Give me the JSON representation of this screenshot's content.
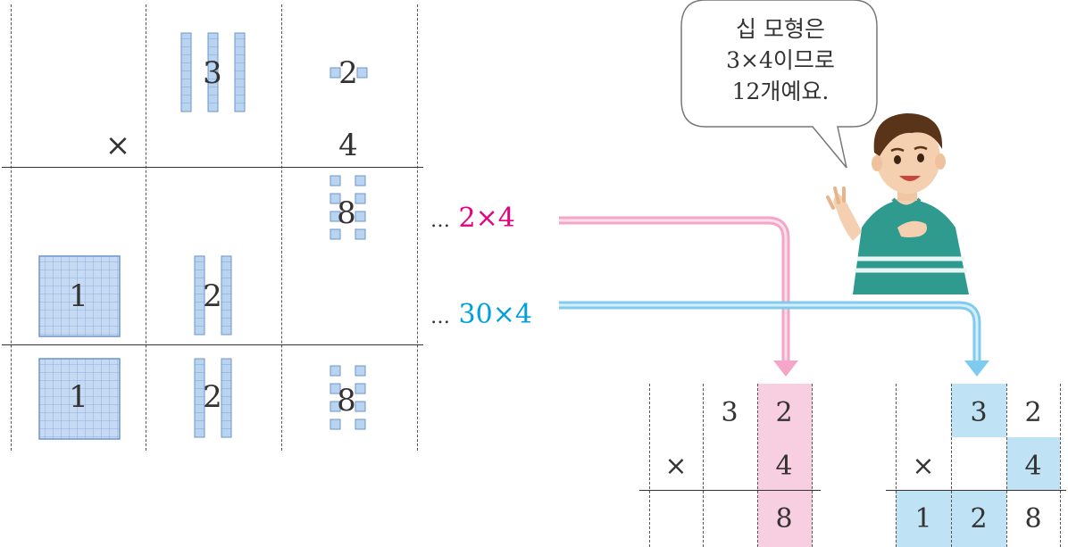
{
  "blocks_table": {
    "rows": [
      {
        "tens_digit": "3",
        "ones_digit": "2"
      },
      {
        "operator": "×",
        "ones_digit": "4"
      },
      {
        "ones_digit": "8"
      },
      {
        "hundreds_digit": "1",
        "tens_digit": "2"
      },
      {
        "hundreds_digit": "1",
        "tens_digit": "2",
        "ones_digit": "8"
      }
    ]
  },
  "partial_labels": {
    "ones": {
      "dots": "…",
      "expr": "2×4",
      "color": "#e5007e"
    },
    "tens": {
      "dots": "…",
      "expr": "30×4",
      "color": "#00a0e0"
    }
  },
  "speech_bubble": {
    "lines": [
      "십 모형은",
      "3×4이므로",
      "12개예요."
    ]
  },
  "pink_table": {
    "row1": [
      "",
      "3",
      "2"
    ],
    "row2": [
      "×",
      "",
      "4"
    ],
    "row3": [
      "",
      "",
      "8"
    ],
    "highlight_color": "#f7cfe0"
  },
  "blue_table": {
    "row1": [
      "",
      "3",
      "2"
    ],
    "row2": [
      "×",
      "",
      "4"
    ],
    "row3": [
      "1",
      "2",
      "8"
    ],
    "highlight_color": "#bfe3f5"
  },
  "arrow_colors": {
    "pink": "#f3a6c8",
    "blue": "#7fcbef"
  },
  "icons": {
    "boy": "boy-illustration",
    "flat": "hundred-flat-block",
    "rod": "ten-rod-block",
    "cube": "unit-cube-block"
  }
}
